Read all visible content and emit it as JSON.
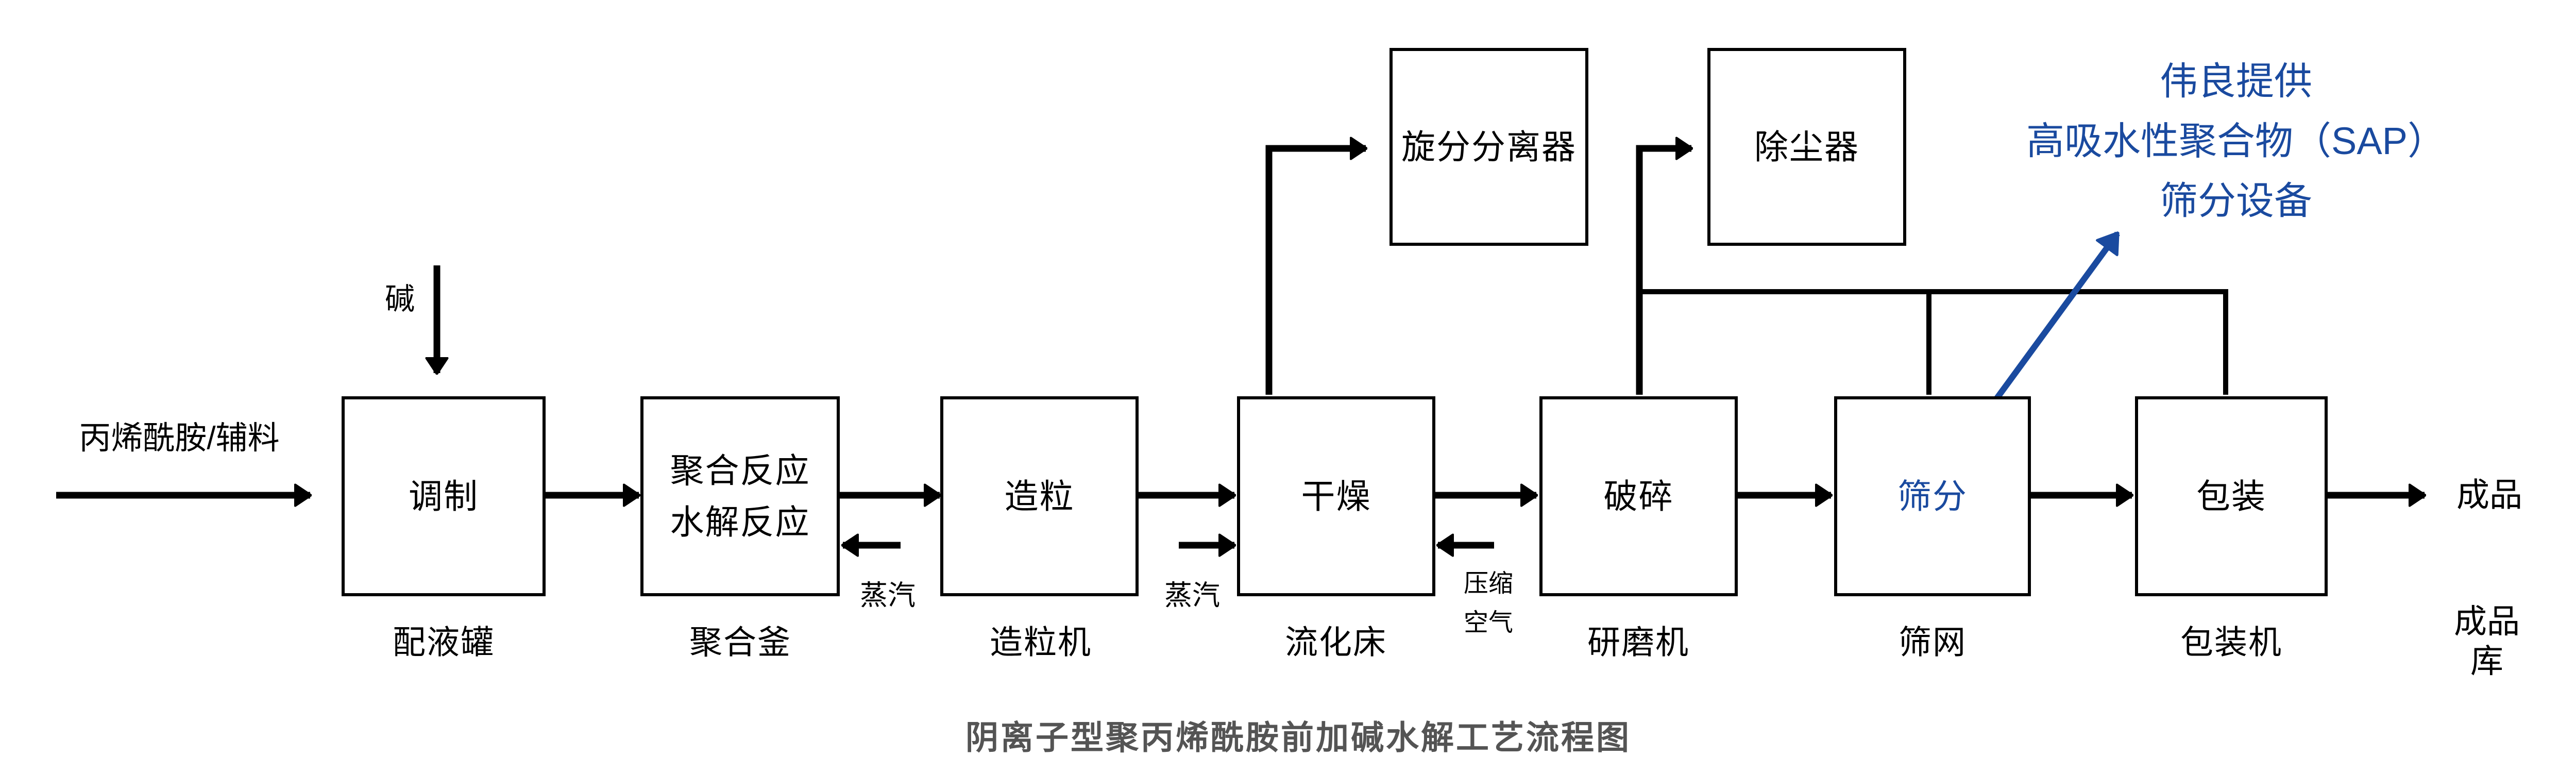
{
  "diagram": {
    "caption": "阴离子型聚丙烯酰胺前加碱水解工艺流程图",
    "colors": {
      "line": "#000000",
      "accent_blue": "#1A4A9F",
      "caption_gray": "#545454",
      "background": "#ffffff"
    },
    "inputs": {
      "feed": "丙烯酰胺/辅料",
      "alkali": "碱",
      "steam_1": "蒸汽",
      "steam_2": "蒸汽",
      "compressed_air": "压缩\n空气"
    },
    "process_boxes": [
      {
        "label": "调制",
        "equipment": "配液罐"
      },
      {
        "label": "聚合反应\n水解反应",
        "equipment": "聚合釜"
      },
      {
        "label": "造粒",
        "equipment": "造粒机"
      },
      {
        "label": "干燥",
        "equipment": "流化床"
      },
      {
        "label": "破碎",
        "equipment": "研磨机"
      },
      {
        "label": "筛分",
        "equipment": "筛网"
      },
      {
        "label": "包装",
        "equipment": "包装机"
      }
    ],
    "aux_boxes": [
      {
        "label": "旋分分离器"
      },
      {
        "label": "除尘器"
      }
    ],
    "output": {
      "product": "成品",
      "storage": "成品库"
    },
    "annotation": {
      "lines": [
        "伟良提供",
        "高吸水性聚合物（SAP）",
        "筛分设备"
      ]
    }
  }
}
